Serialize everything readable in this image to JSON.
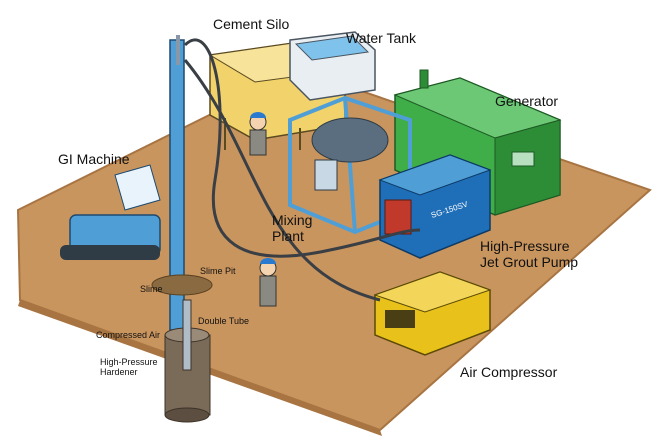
{
  "labels": {
    "cement_silo": "Cement Silo",
    "water_tank": "Water Tank",
    "generator": "Generator",
    "gi_machine": "GI Machine",
    "mixing_plant_line1": "Mixing",
    "mixing_plant_line2": "Plant",
    "pump_line1": "High-Pressure",
    "pump_line2": "Jet Grout Pump",
    "slime_pit": "Slime Pit",
    "slime": "Slime",
    "double_tube": "Double Tube",
    "compressed_air": "Compressed Air",
    "hardener_line1": "High-Pressure",
    "hardener_line2": "Hardener",
    "air_compressor": "Air Compressor",
    "pump_panel_text": "SG-150SV"
  },
  "colors": {
    "ground": "#c9955e",
    "ground_edge": "#a87442",
    "machine_blue": "#4f9fd6",
    "pump_blue": "#1f6fb8",
    "generator_green": "#3fae49",
    "silo_yellow": "#f2d36b",
    "compressor_yellow": "#e8c21a",
    "water_blue": "#7fc3ec",
    "hose_dark": "#3a3f45"
  }
}
